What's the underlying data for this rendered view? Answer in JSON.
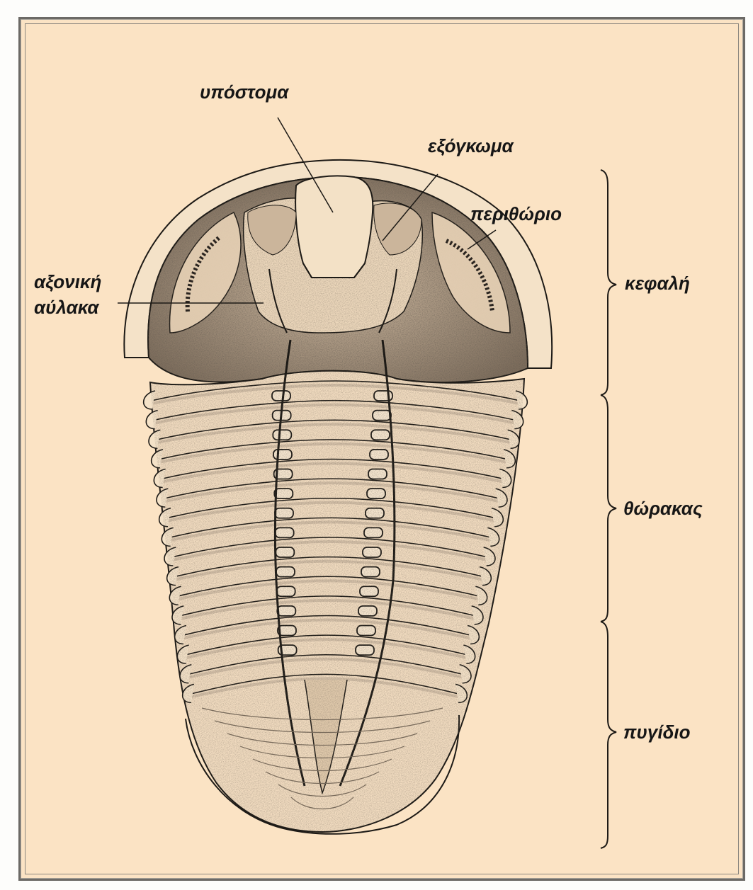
{
  "labels": {
    "hypostome": "υπόστομα",
    "swelling": "εξόγκωμα",
    "margin": "περιθώριο",
    "axial_furrow_line1": "αξονική",
    "axial_furrow_line2": "αύλακα",
    "head": "κεφαλή",
    "thorax": "θώρακας",
    "pygidium": "πυγίδιο"
  },
  "colors": {
    "background": "#fbe3c4",
    "body_fill": "#f2dcc0",
    "ink": "#1d1a16",
    "shading": "#8a7e70"
  }
}
